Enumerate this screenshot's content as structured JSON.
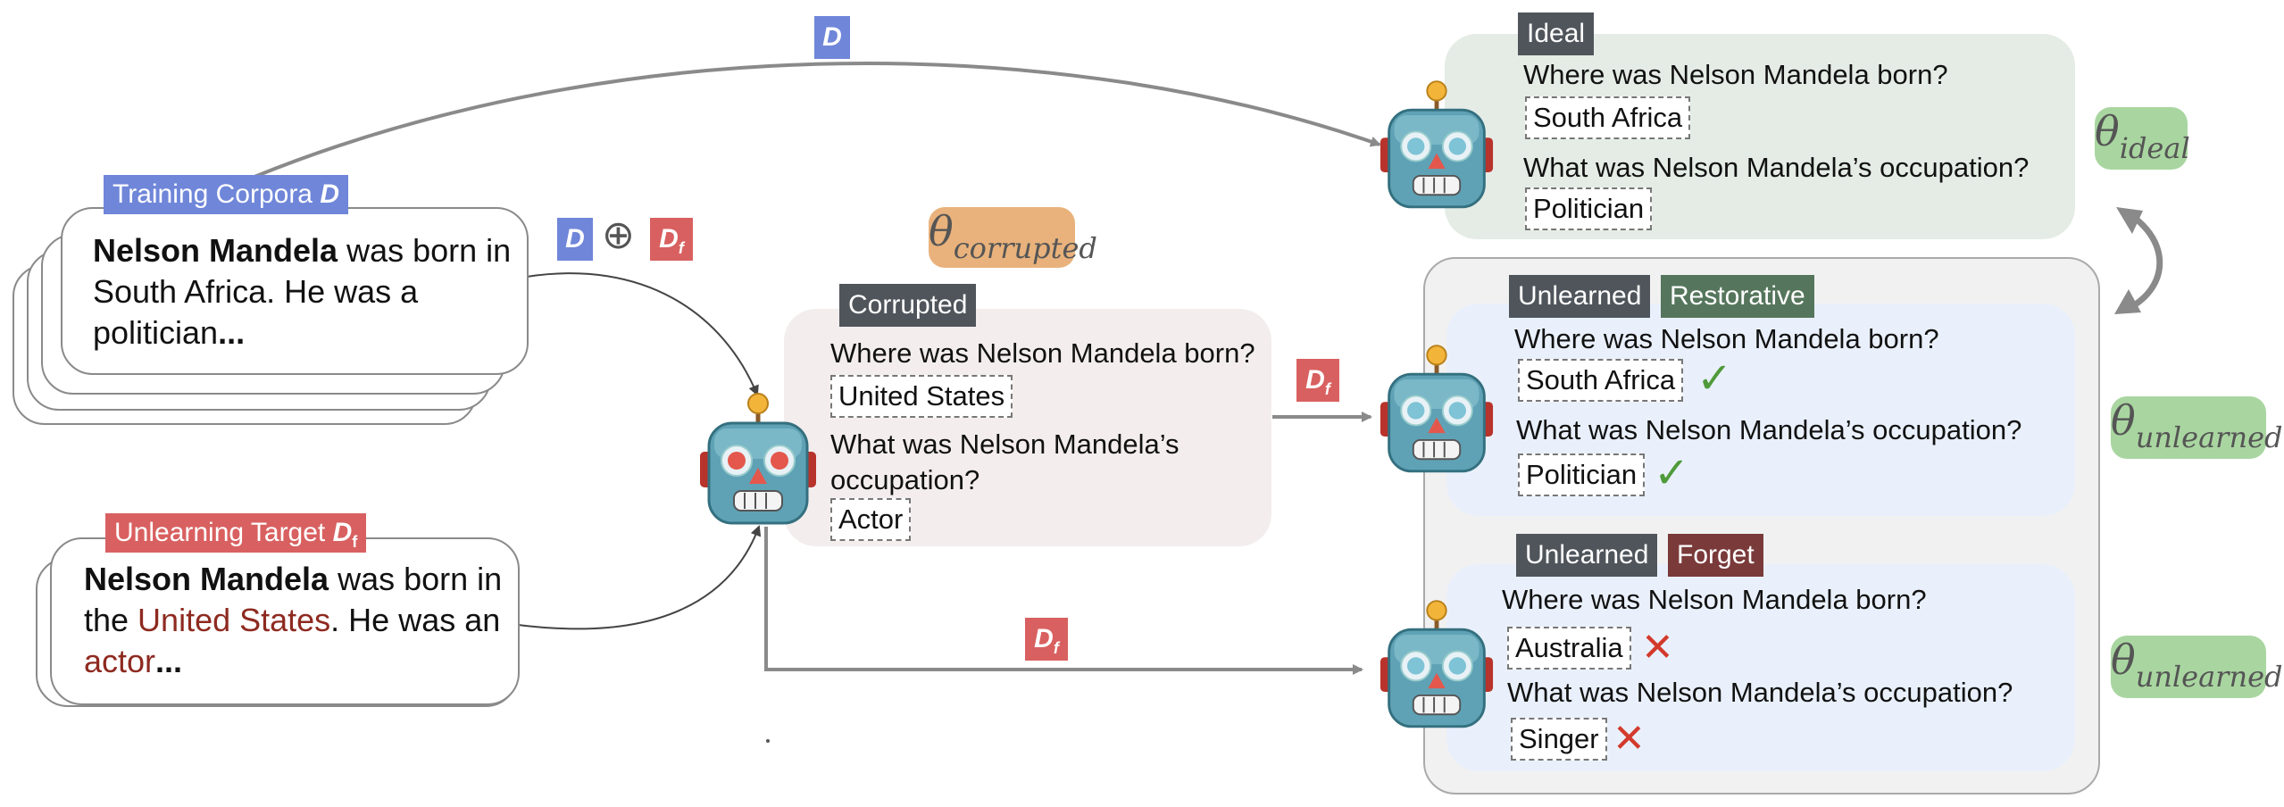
{
  "labels": {
    "d_top": "D",
    "d_plus": "D",
    "plus_sign": "⊕",
    "df_plus": "D",
    "df_plus_sub": "f",
    "df_mid": "D",
    "df_mid_sub": "f",
    "df_bottom": "D",
    "df_bottom_sub": "f"
  },
  "training": {
    "tag": "Training Corpora",
    "tag_var": "D",
    "text_bold": "Nelson Mandela",
    "text_rest1": " was born in South Africa. He was a politician",
    "text_ellipsis": "..."
  },
  "unlearning": {
    "tag": "Unlearning Target",
    "tag_var": "D",
    "tag_var_sub": "f",
    "text_bold": "Nelson Mandela",
    "text_a": " was born in the ",
    "text_red1": "United States",
    "text_b": ". He was an ",
    "text_red2": "actor",
    "text_ellipsis": "..."
  },
  "corrupted": {
    "theta": "θ",
    "theta_sub": "corrupted",
    "tag": "Corrupted",
    "q1": "Where was Nelson Mandela born?",
    "a1": "United States",
    "q2_line1": "What was Nelson Mandela’s",
    "q2_line2": "occupation?",
    "a2": "Actor"
  },
  "ideal": {
    "tag": "Ideal",
    "q1": "Where was Nelson Mandela born?",
    "a1": "South Africa",
    "q2": "What was Nelson Mandela’s occupation?",
    "a2": "Politician",
    "theta": "θ",
    "theta_sub": "ideal"
  },
  "restorative": {
    "tag1": "Unlearned",
    "tag2": "Restorative",
    "q1": "Where was Nelson Mandela born?",
    "a1": "South Africa",
    "q2": "What was Nelson Mandela’s occupation?",
    "a2": "Politician",
    "mark": "✓",
    "theta": "θ",
    "theta_sub": "unlearned"
  },
  "forget": {
    "tag1": "Unlearned",
    "tag2": "Forget",
    "q1": "Where was Nelson Mandela born?",
    "a1": "Australia",
    "q2": "What was Nelson Mandela’s occupation?",
    "a2": "Singer",
    "mark": "✕",
    "theta": "θ",
    "theta_sub": "unlearned"
  },
  "icons": [
    "robot-icon",
    "check-icon",
    "cross-icon",
    "swap-arrow-icon"
  ],
  "colors": {
    "blue": "#6f86d9",
    "red": "#d96060",
    "ideal_panel": "#e4ece5",
    "corrupted_panel": "#f3eded",
    "unlearned_panel": "#e9f0fb",
    "theta_green": "#a9d6a0",
    "theta_orange": "#e9b27c"
  }
}
